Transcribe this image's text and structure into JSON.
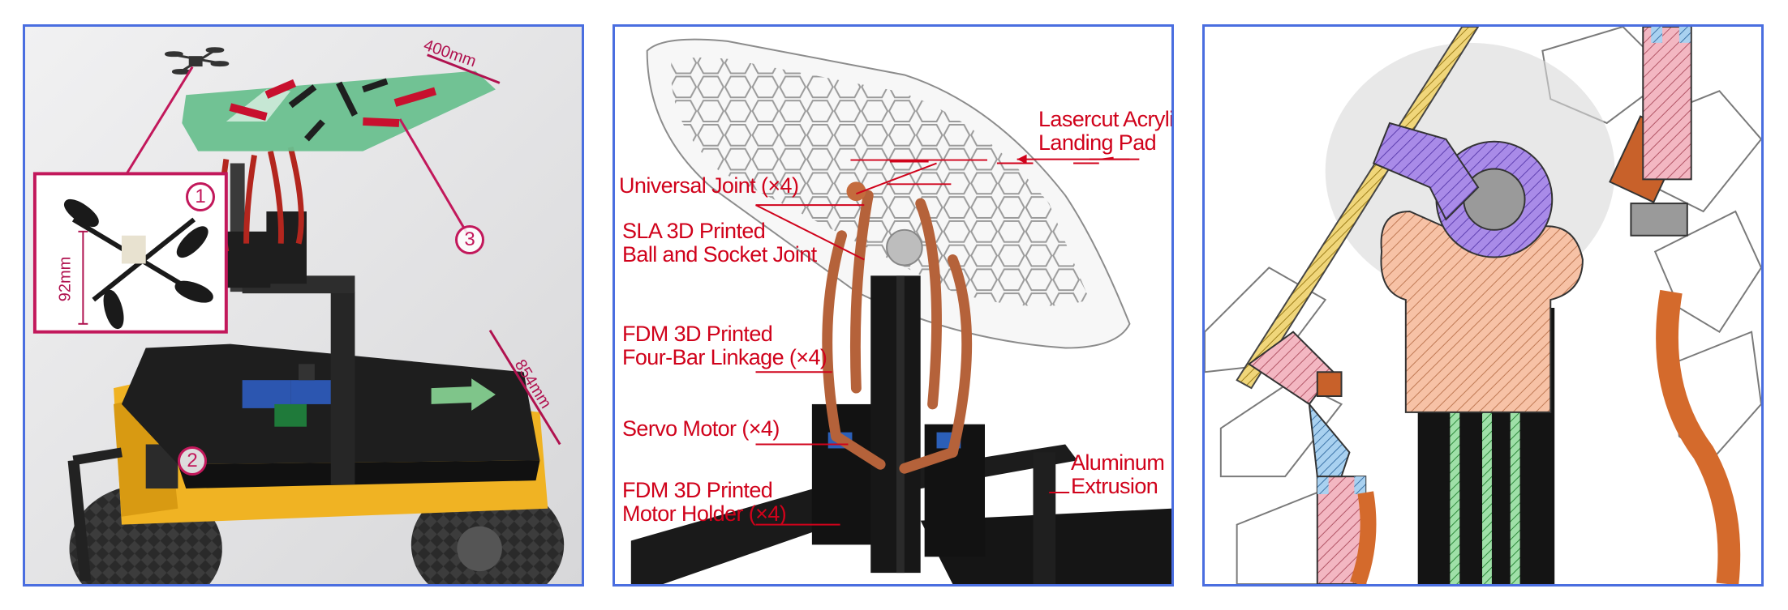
{
  "figure": {
    "panel_photo": {
      "dimension_landing_pad": "400mm",
      "dimension_drone": "92mm",
      "dimension_rover": "854mm",
      "badge_drone": "1",
      "badge_rover": "2",
      "badge_pad": "3"
    },
    "panel_cad": {
      "labels": {
        "landing_pad": [
          "Lasercut Acrylic",
          "Landing Pad"
        ],
        "universal_joint": [
          "Universal Joint (×4)"
        ],
        "ball_socket": [
          "SLA 3D Printed",
          "Ball and Socket Joint"
        ],
        "linkage": [
          "FDM 3D Printed",
          "Four-Bar Linkage (×4)"
        ],
        "servo": [
          "Servo Motor (×4)"
        ],
        "motor_holder": [
          "FDM 3D Printed",
          "Motor Holder (×4)"
        ],
        "extrusion": [
          "Aluminum",
          "Extrusion"
        ]
      }
    },
    "panel_section": {},
    "colors": {
      "frame": "#4a6ee0",
      "callout": "#d0021b",
      "annotation": "#c2185b"
    }
  }
}
